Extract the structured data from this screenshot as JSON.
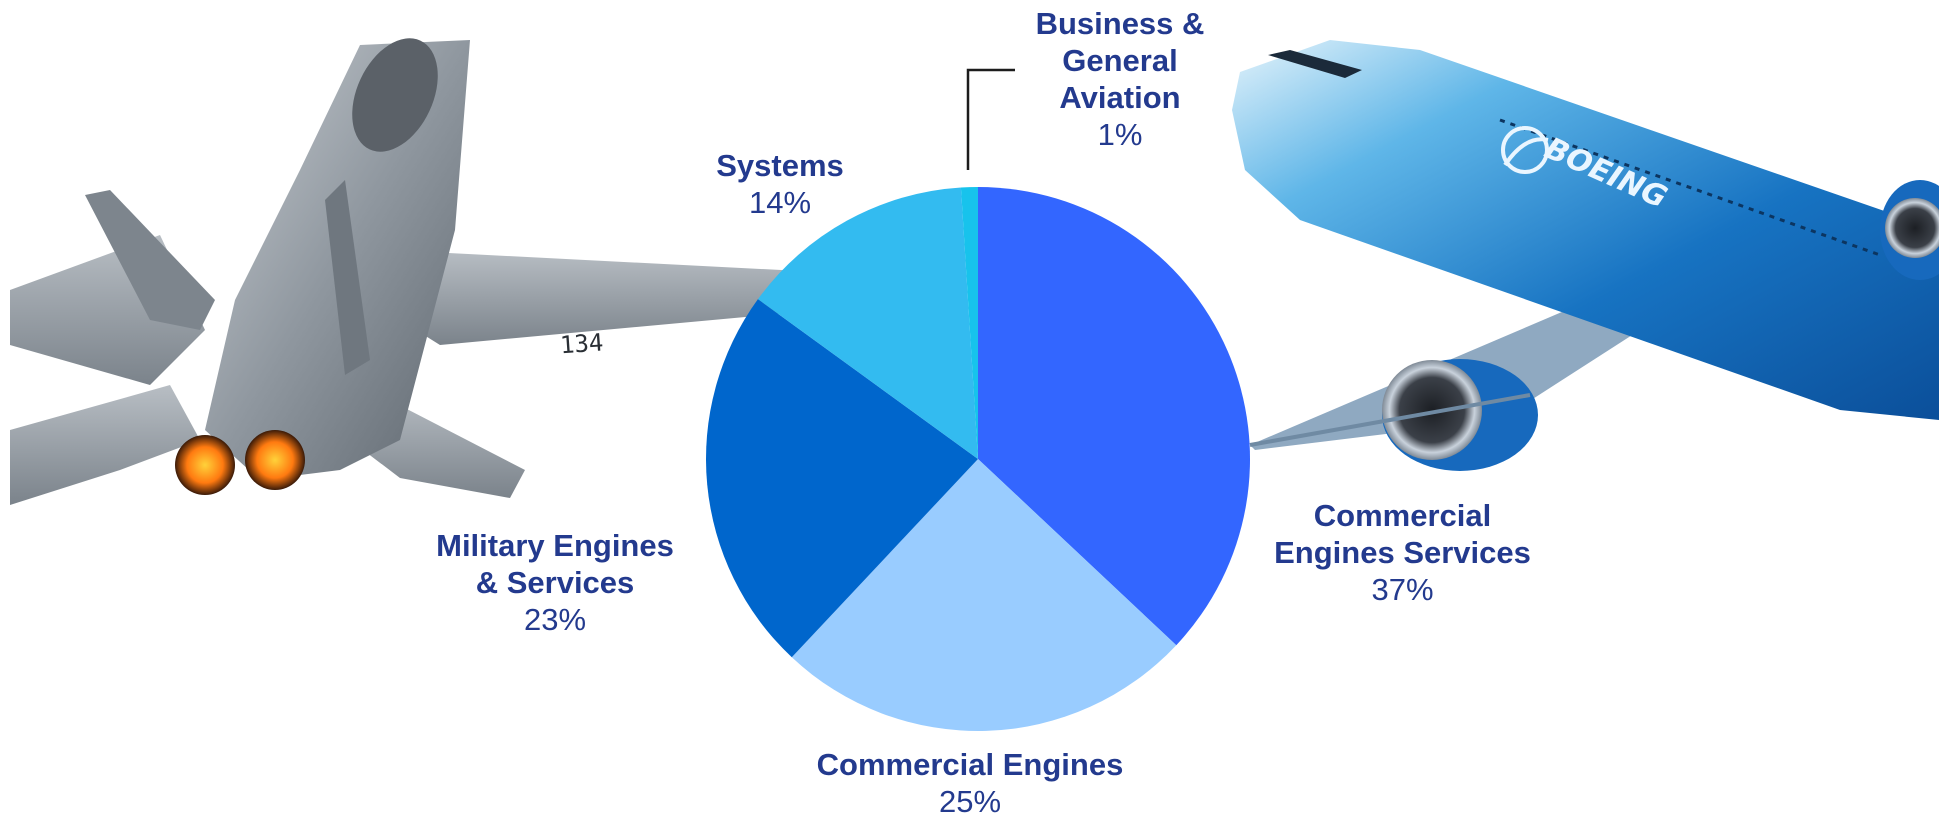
{
  "chart_data": {
    "type": "pie",
    "title": "",
    "slices": [
      {
        "name_lines": [
          "Commercial",
          "Engines Services"
        ],
        "percent_label": "37%",
        "value": 37,
        "color": "#3366ff"
      },
      {
        "name_lines": [
          "Commercial Engines"
        ],
        "percent_label": "25%",
        "value": 25,
        "color": "#99ccff"
      },
      {
        "name_lines": [
          "Military Engines",
          "& Services"
        ],
        "percent_label": "23%",
        "value": 23,
        "color": "#0066cc"
      },
      {
        "name_lines": [
          "Systems"
        ],
        "percent_label": "14%",
        "value": 14,
        "color": "#33bbf0"
      },
      {
        "name_lines": [
          "Business &",
          "General",
          "Aviation"
        ],
        "percent_label": "1%",
        "value": 1,
        "color": "#17c3ec"
      }
    ],
    "start": "12 o'clock",
    "direction": "clockwise",
    "label_color": "#233a8e",
    "leader_line_slice": "Business & General Aviation"
  },
  "decorations": {
    "left_image": "fighter-jet",
    "right_image": "commercial-airliner",
    "airliner_logo_text": "BOEING",
    "fighter_tail_number": "134"
  }
}
